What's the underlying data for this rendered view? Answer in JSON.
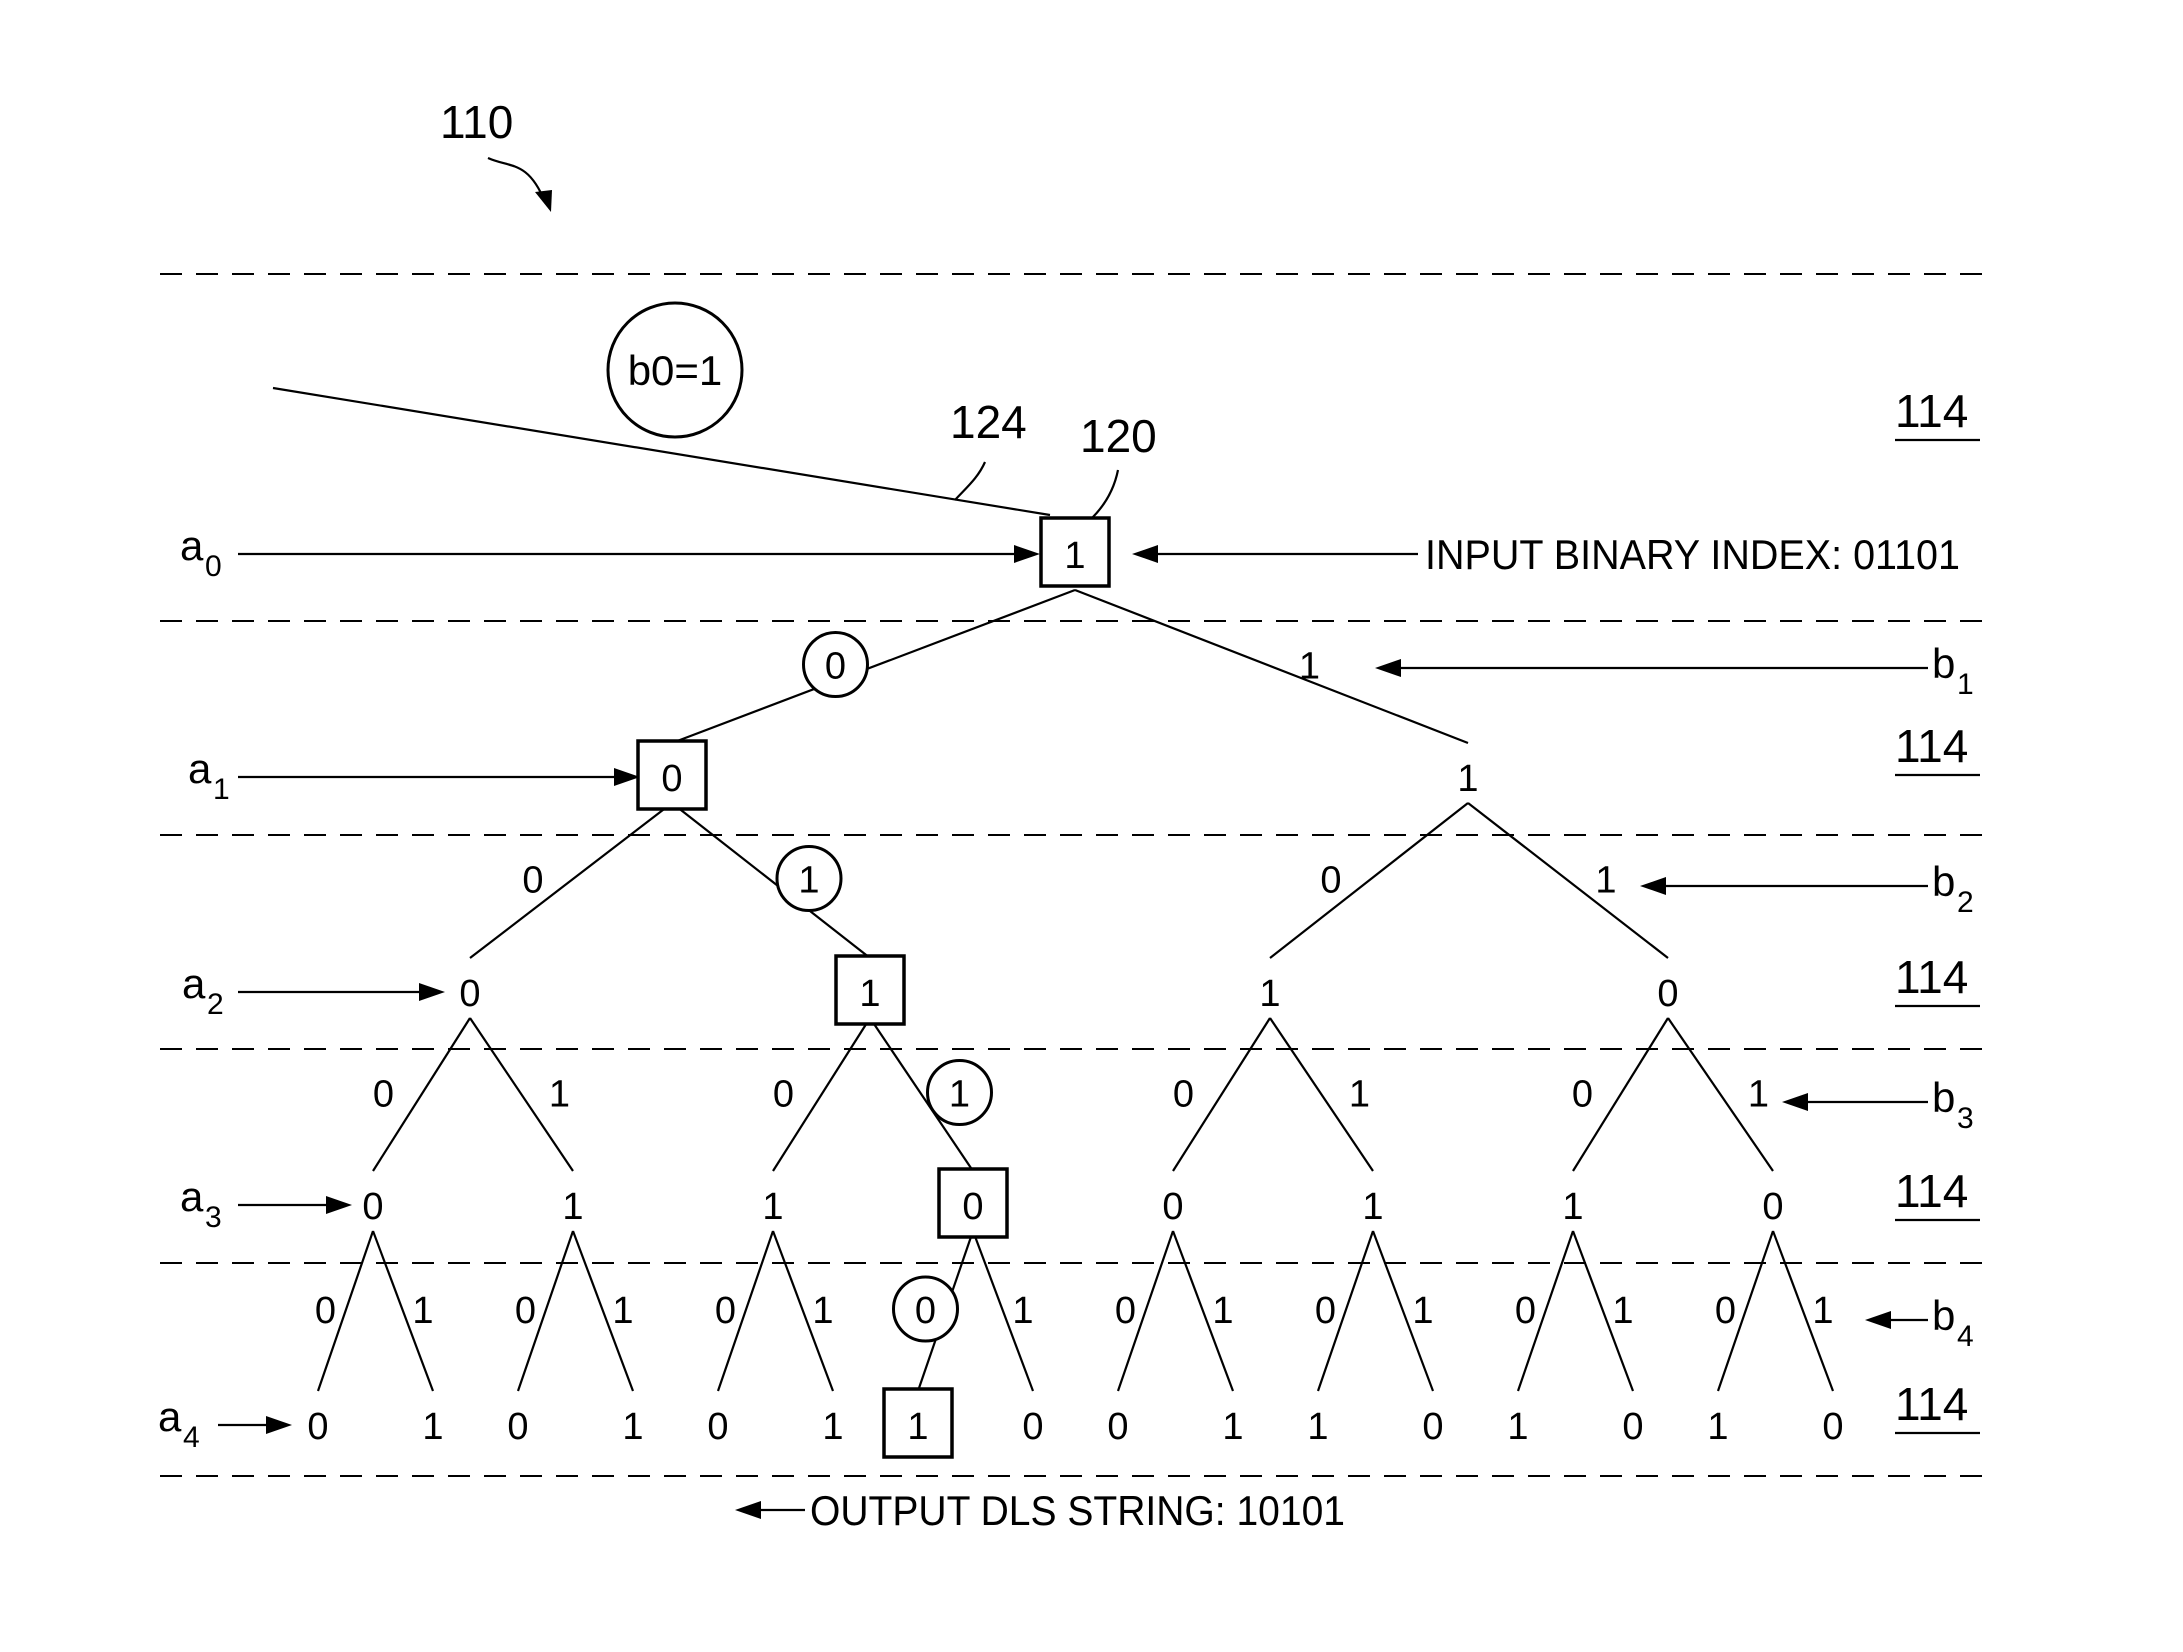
{
  "figure_ref": "110",
  "row_ref": "114",
  "node_ref": "120",
  "branch_ref": "124",
  "b0_label": "b0=1",
  "input_label": "INPUT BINARY INDEX: 01101",
  "output_label": "OUTPUT DLS STRING: 10101",
  "levels": {
    "a": [
      "a",
      "a",
      "a",
      "a",
      "a"
    ],
    "a_sub": [
      "0",
      "1",
      "2",
      "3",
      "4"
    ],
    "b": [
      "b",
      "b",
      "b",
      "b"
    ],
    "b_sub": [
      "1",
      "2",
      "3",
      "4"
    ]
  },
  "tree": {
    "root": "1",
    "level1": [
      "0",
      "1"
    ],
    "level2": [
      "0",
      "1",
      "1",
      "0"
    ],
    "level3": [
      "0",
      "1",
      "1",
      "0",
      "0",
      "1",
      "1",
      "0"
    ],
    "level4": [
      "0",
      "1",
      "0",
      "1",
      "0",
      "1",
      "1",
      "0",
      "0",
      "1",
      "1",
      "0",
      "1",
      "0",
      "1",
      "0"
    ],
    "edges1": [
      "0",
      "1"
    ],
    "edges2": [
      "0",
      "1",
      "0",
      "1"
    ],
    "edges3": [
      "0",
      "1",
      "0",
      "1",
      "0",
      "1",
      "0",
      "1"
    ],
    "edges4": [
      "0",
      "1",
      "0",
      "1",
      "0",
      "1",
      "0",
      "1",
      "0",
      "1",
      "0",
      "1",
      "0",
      "1",
      "0",
      "1"
    ]
  },
  "path": {
    "boxed_nodes": [
      "level0-0",
      "level1-0",
      "level2-1",
      "level3-3",
      "level4-6"
    ],
    "circled_edges": [
      "edge1-0",
      "edge2-1",
      "edge3-3",
      "edge4-6"
    ]
  }
}
